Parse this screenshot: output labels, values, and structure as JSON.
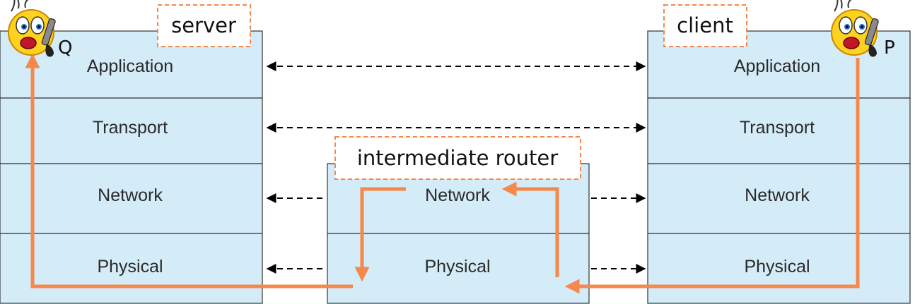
{
  "stacks": {
    "server": {
      "tag": "server",
      "node": "Q",
      "layers": [
        "Application",
        "Transport",
        "Network",
        "Physical"
      ]
    },
    "router": {
      "tag": "intermediate router",
      "layers": [
        "Network",
        "Physical"
      ]
    },
    "client": {
      "tag": "client",
      "node": "P",
      "layers": [
        "Application",
        "Transport",
        "Network",
        "Physical"
      ]
    }
  },
  "colors": {
    "layer_fill": "#d4ebf8",
    "layer_stroke": "#333333",
    "path_arrow": "#f5884a",
    "tag_border": "#f5884a",
    "dashed_arrow": "#000000",
    "emoji_face": "#ffd21f"
  },
  "icons": {
    "server_user": "phone-call-emoji-icon",
    "client_user": "phone-call-emoji-icon"
  }
}
